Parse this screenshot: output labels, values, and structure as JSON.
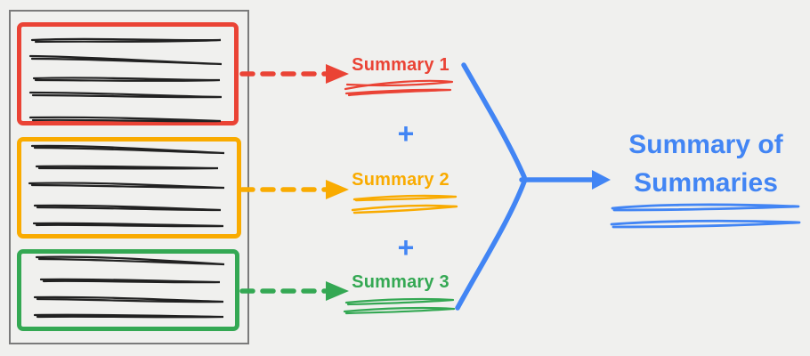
{
  "colors": {
    "background": "#F0F0EE",
    "ink": "#212121",
    "gray_border": "#7b7b7b",
    "red": "#EA4335",
    "orange": "#F9AB00",
    "green": "#34A853",
    "blue": "#4285F4"
  },
  "document": {
    "sections": [
      {
        "name": "section-1",
        "color_name": "red",
        "text_line_count": 5
      },
      {
        "name": "section-2",
        "color_name": "orange",
        "text_line_count": 5
      },
      {
        "name": "section-3",
        "color_name": "green",
        "text_line_count": 4
      }
    ]
  },
  "summaries": [
    {
      "label": "Summary 1",
      "color_name": "red",
      "underline_line_count": 2
    },
    {
      "label": "Summary 2",
      "color_name": "orange",
      "underline_line_count": 2
    },
    {
      "label": "Summary 3",
      "color_name": "green",
      "underline_line_count": 2
    }
  ],
  "operator": {
    "plus": "+"
  },
  "final_summary": {
    "label": "Summary of Summaries",
    "color_name": "blue",
    "underline_line_count": 2
  }
}
